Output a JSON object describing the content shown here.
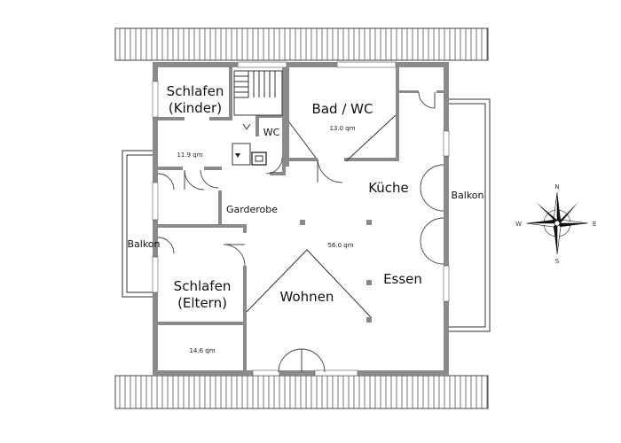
{
  "rooms": {
    "schlafen_kinder": {
      "line1": "Schlafen",
      "line2": "(Kinder)",
      "area": "11.9 qm"
    },
    "bad_wc": {
      "name": "Bad / WC",
      "area": "13.0 qm"
    },
    "wc": {
      "name": "WC"
    },
    "garderobe": {
      "name": "Garderobe"
    },
    "kueche": {
      "name": "Küche"
    },
    "living": {
      "area": "56.0 qm"
    },
    "essen": {
      "name": "Essen"
    },
    "wohnen": {
      "name": "Wohnen"
    },
    "schlafen_eltern": {
      "line1": "Schlafen",
      "line2": "(Eltern)",
      "area": "14.6 qm"
    },
    "balkon_left": {
      "name": "Balkon"
    },
    "balkon_right": {
      "name": "Balkon"
    }
  },
  "compass": {
    "n": "N",
    "e": "E",
    "s": "S",
    "w": "W"
  }
}
